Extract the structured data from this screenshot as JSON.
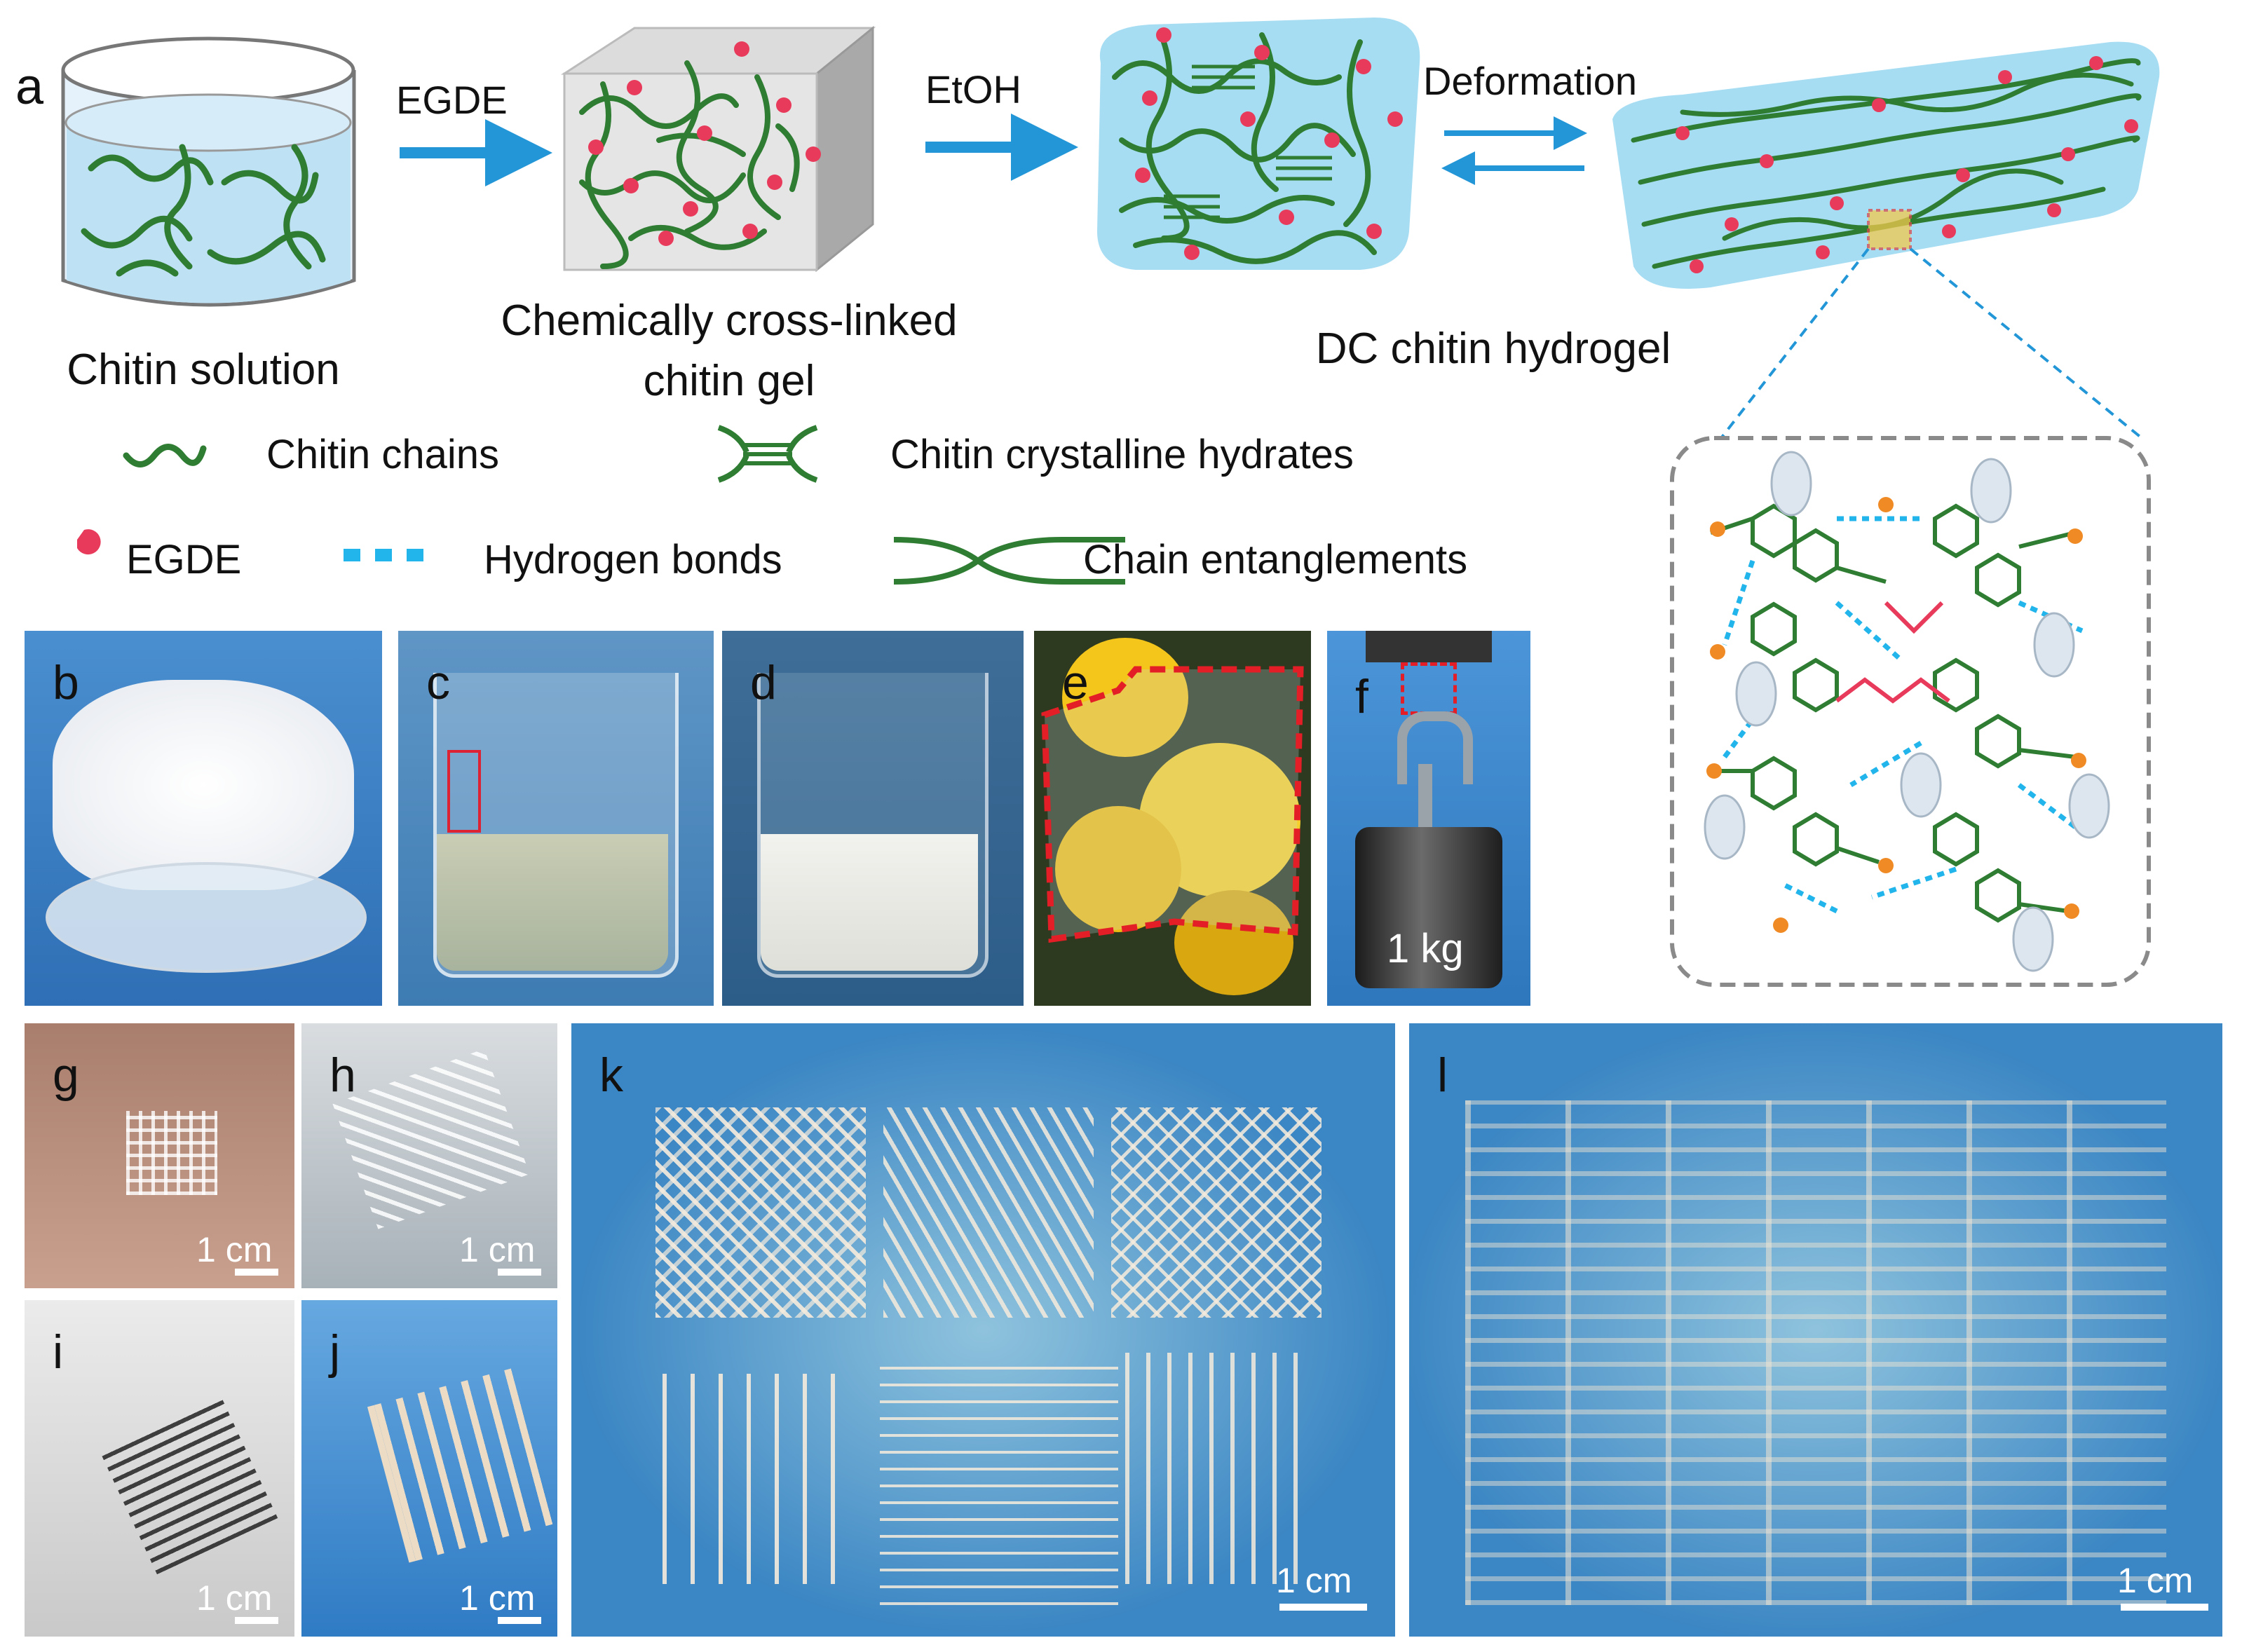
{
  "colors": {
    "chain": "#2e7d32",
    "egde": "#e83a5a",
    "hbond": "#22b5ec",
    "arrow": "#2296d6",
    "gel_blue": "#a6ddf3",
    "background_panel": "#3b86c4"
  },
  "panel_a": {
    "letter": "a",
    "step1_arrow_label": "EGDE",
    "step2_arrow_label": "EtOH",
    "reversible_arrow_label": "Deformation",
    "caption_solution": "Chitin solution",
    "caption_gel_line1": "Chemically cross-linked",
    "caption_gel_line2": "chitin gel",
    "caption_hydrogel": "DC chitin hydrogel"
  },
  "legend": {
    "chains": "Chitin chains",
    "crystalline": "Chitin crystalline hydrates",
    "egde": "EGDE",
    "hbonds": "Hydrogen bonds",
    "entanglements": "Chain entanglements"
  },
  "photos": {
    "b": {
      "letter": "b"
    },
    "c": {
      "letter": "c"
    },
    "d": {
      "letter": "d"
    },
    "e": {
      "letter": "e"
    },
    "f": {
      "letter": "f",
      "weight": "1 kg"
    },
    "g": {
      "letter": "g",
      "scale": "1 cm"
    },
    "h": {
      "letter": "h",
      "scale": "1 cm"
    },
    "i": {
      "letter": "i",
      "scale": "1 cm"
    },
    "j": {
      "letter": "j",
      "scale": "1 cm"
    },
    "k": {
      "letter": "k",
      "scale": "1 cm"
    },
    "l": {
      "letter": "l",
      "scale": "1 cm"
    }
  }
}
